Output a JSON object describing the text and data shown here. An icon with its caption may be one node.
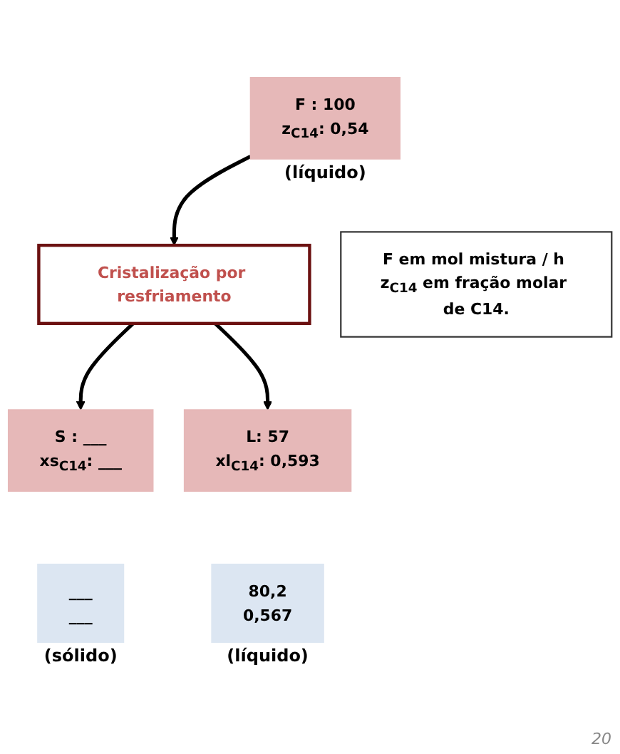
{
  "diagram": {
    "nodes": [
      {
        "text": [
          "F : 100",
          "z$_{C14}$: 0,54"
        ],
        "beside": [
          "(líquido)"
        ]
      },
      {
        "text": [
          "Cristalização por resfriamento"
        ]
      },
      {
        "text": [
          "S : ___",
          "xs$_{C14}$: ___"
        ]
      },
      {
        "text": [
          "___",
          "___"
        ],
        "beside": [
          "(sólido)"
        ]
      },
      {
        "text": [
          "L: 57",
          "xl$_{C14}$: 0,593"
        ]
      },
      {
        "text": [
          "80,2",
          "0,567"
        ],
        "beside": [
          "(líquido)"
        ]
      },
      {
        "text": [
          "F em mol mistura / h z$_{C14}$ em fração molar de C14."
        ]
      }
    ],
    "edges": [
      {
        "from": 0,
        "to": 1,
        "arrow": "to"
      },
      {
        "from": 1,
        "to": 2,
        "arrow": "to"
      },
      {
        "from": 1,
        "to": 4,
        "arrow": "to"
      }
    ],
    "labels": [
      "20"
    ]
  }
}
